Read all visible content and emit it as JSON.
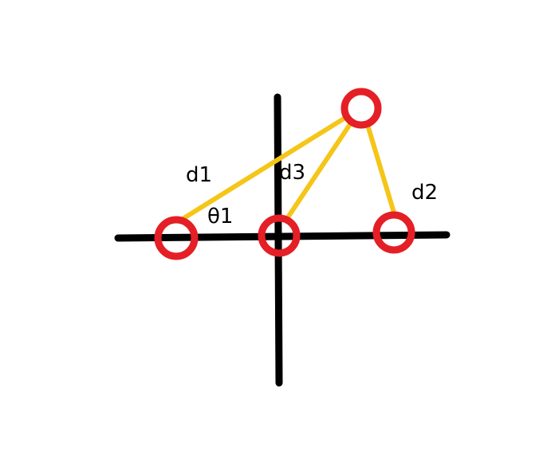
{
  "labels": {
    "d1": "d1",
    "d2": "d2",
    "d3": "d3",
    "theta1": "θ1"
  },
  "colors": {
    "axes": "#000000",
    "connectors": "#f5c518",
    "nodes": "#e41f26",
    "text": "#000000"
  }
}
